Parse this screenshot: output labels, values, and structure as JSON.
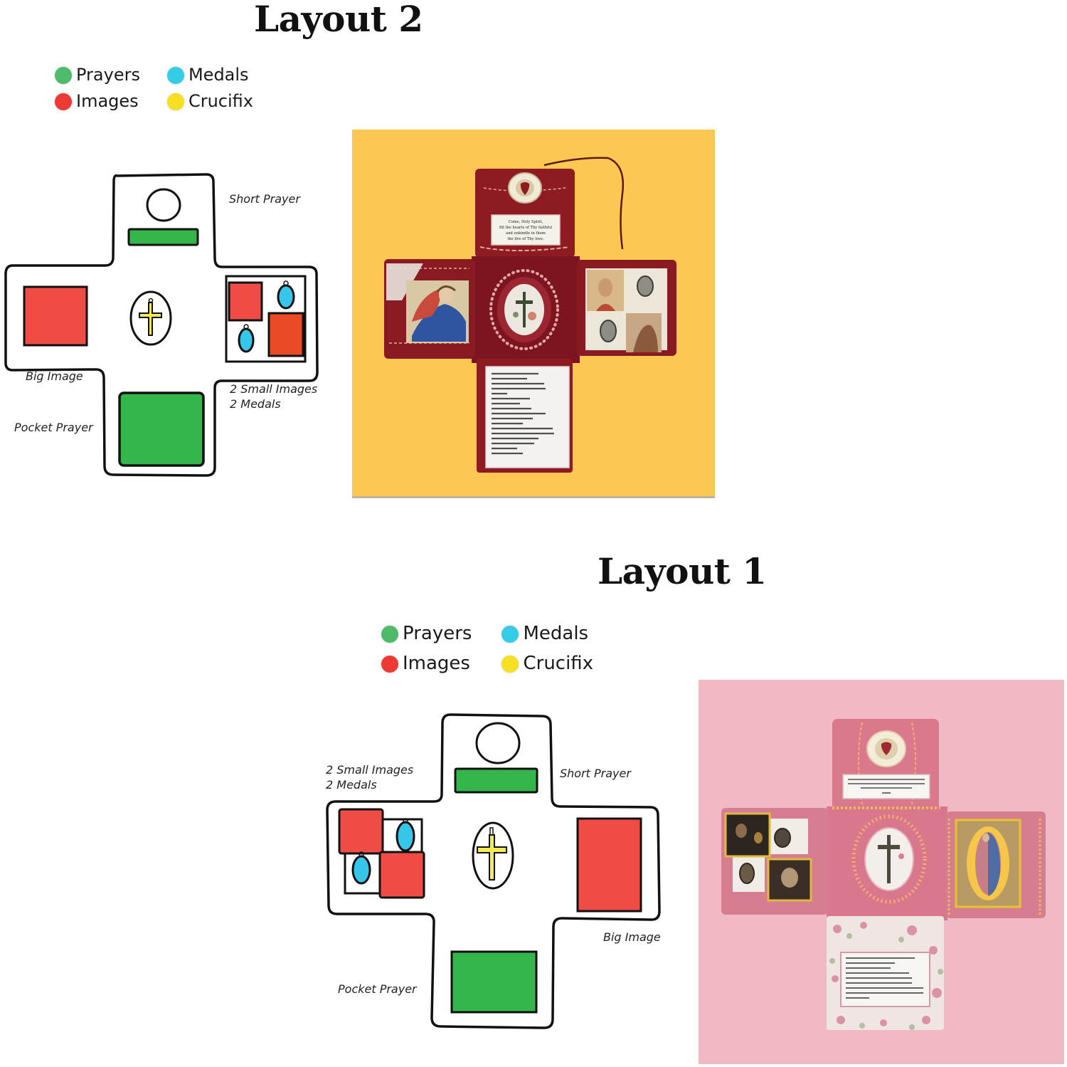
{
  "layout2": {
    "title": "Layout 2",
    "legend": [
      {
        "label": "Prayers",
        "color": "#4dbb6a"
      },
      {
        "label": "Medals",
        "color": "#33cde8"
      },
      {
        "label": "Images",
        "color": "#ee3a35"
      },
      {
        "label": "Crucifix",
        "color": "#f6e021"
      }
    ],
    "diagram_labels": {
      "short_prayer": "Short Prayer",
      "big_image": "Big Image",
      "small_images_line1": "2 Small Images",
      "small_images_line2": "2 Medals",
      "pocket_prayer": "Pocket Prayer"
    },
    "photo": {
      "background_color": "#fdc851",
      "fabric_color": "#8e1a22",
      "short_prayer_lines": [
        "Come, Holy Spirit,",
        "fill the hearts of Thy faithful",
        "and enkindle in them",
        "the fire of Thy love."
      ]
    }
  },
  "layout1": {
    "title": "Layout 1",
    "legend": [
      {
        "label": "Prayers",
        "color": "#4dbb6a"
      },
      {
        "label": "Medals",
        "color": "#33cde8"
      },
      {
        "label": "Images",
        "color": "#ee3a35"
      },
      {
        "label": "Crucifix",
        "color": "#f6e021"
      }
    ],
    "diagram_labels": {
      "small_images_line1": "2 Small Images",
      "small_images_line2": "2 Medals",
      "short_prayer": "Short Prayer",
      "big_image": "Big Image",
      "pocket_prayer": "Pocket Prayer"
    },
    "photo": {
      "background_color": "#f0b9c3",
      "fabric_color": "#d97d90"
    }
  },
  "colors": {
    "prayer_green": "#33b54a",
    "image_red": "#ef4c45",
    "image_orange": "#ea4a24",
    "medal_blue": "#35c6ea",
    "crucifix_yellow": "#f3ea55"
  }
}
